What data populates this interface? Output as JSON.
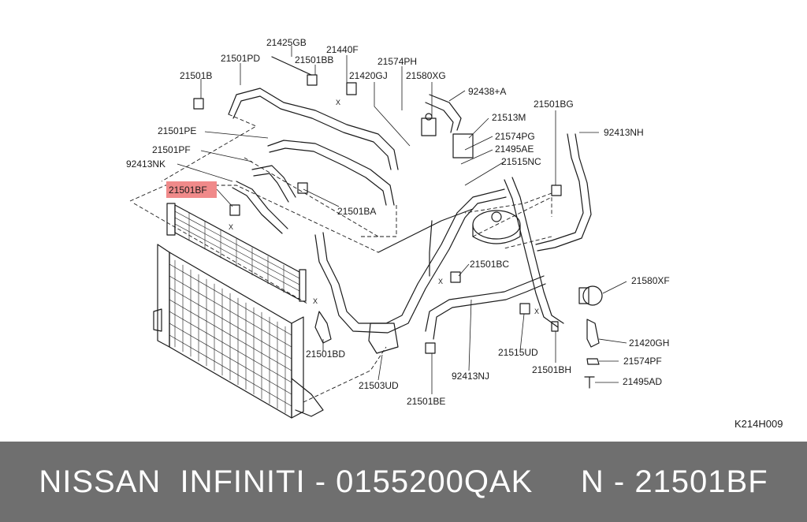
{
  "labels": {
    "l_21425GB": "21425GB",
    "l_21440F": "21440F",
    "l_21501PD": "21501PD",
    "l_21501BB": "21501BB",
    "l_21574PH": "21574PH",
    "l_21501B": "21501B",
    "l_21420GJ": "21420GJ",
    "l_21580XG": "21580XG",
    "l_92438A": "92438+A",
    "l_21501BG": "21501BG",
    "l_21513M": "21513M",
    "l_21501PE": "21501PE",
    "l_92413NH": "92413NH",
    "l_21574PG": "21574PG",
    "l_21501PF": "21501PF",
    "l_21495AE": "21495AE",
    "l_92413NK": "92413NK",
    "l_21515NC": "21515NC",
    "l_21501BF": "21501BF",
    "l_21501BA": "21501BA",
    "l_21501BC": "21501BC",
    "l_21580XF": "21580XF",
    "l_21501BD": "21501BD",
    "l_21515UD": "21515UD",
    "l_21420GH": "21420GH",
    "l_92413NJ": "92413NJ",
    "l_21501BH": "21501BH",
    "l_21574PF": "21574PF",
    "l_21503UD": "21503UD",
    "l_21495AD": "21495AD",
    "l_21501BE": "21501BE"
  },
  "x_marker": "X",
  "ref_code": "K214H009",
  "footer": "NISSAN  INFINITI - 0155200QAK     N - 21501BF",
  "highlight_color": "#f08a8a",
  "footer_color": "#6f6f6f"
}
